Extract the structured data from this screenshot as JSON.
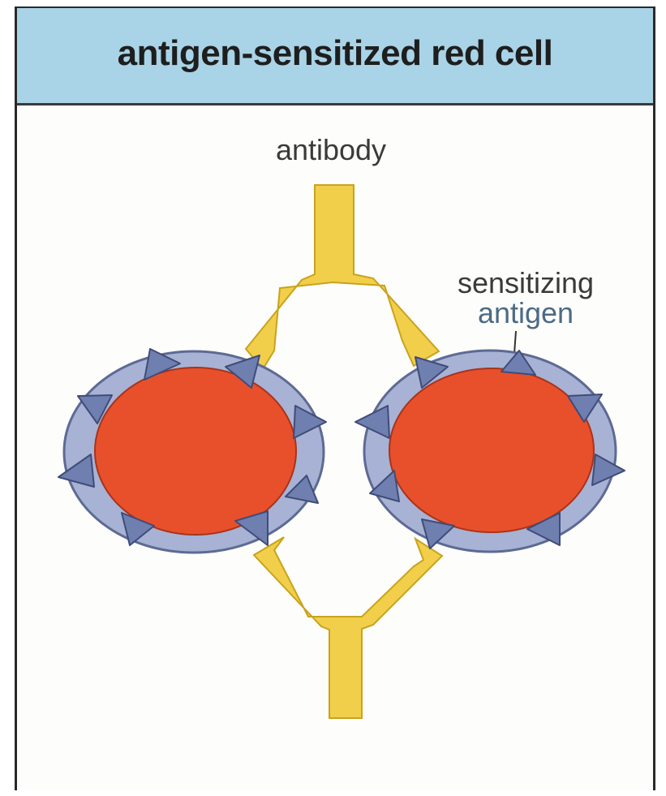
{
  "title": "antigen-sensitized red cell",
  "labels": {
    "antibody": "antibody",
    "sensitizing_line1": "sensitizing",
    "sensitizing_line2": "antigen"
  },
  "colors": {
    "header_bg": "#a9d3e6",
    "antibody_fill": "#f2cf4a",
    "cell_fill": "#e8502c",
    "cell_ring": "#a7b2d4",
    "antigen_fill": "#6f7fb0"
  }
}
